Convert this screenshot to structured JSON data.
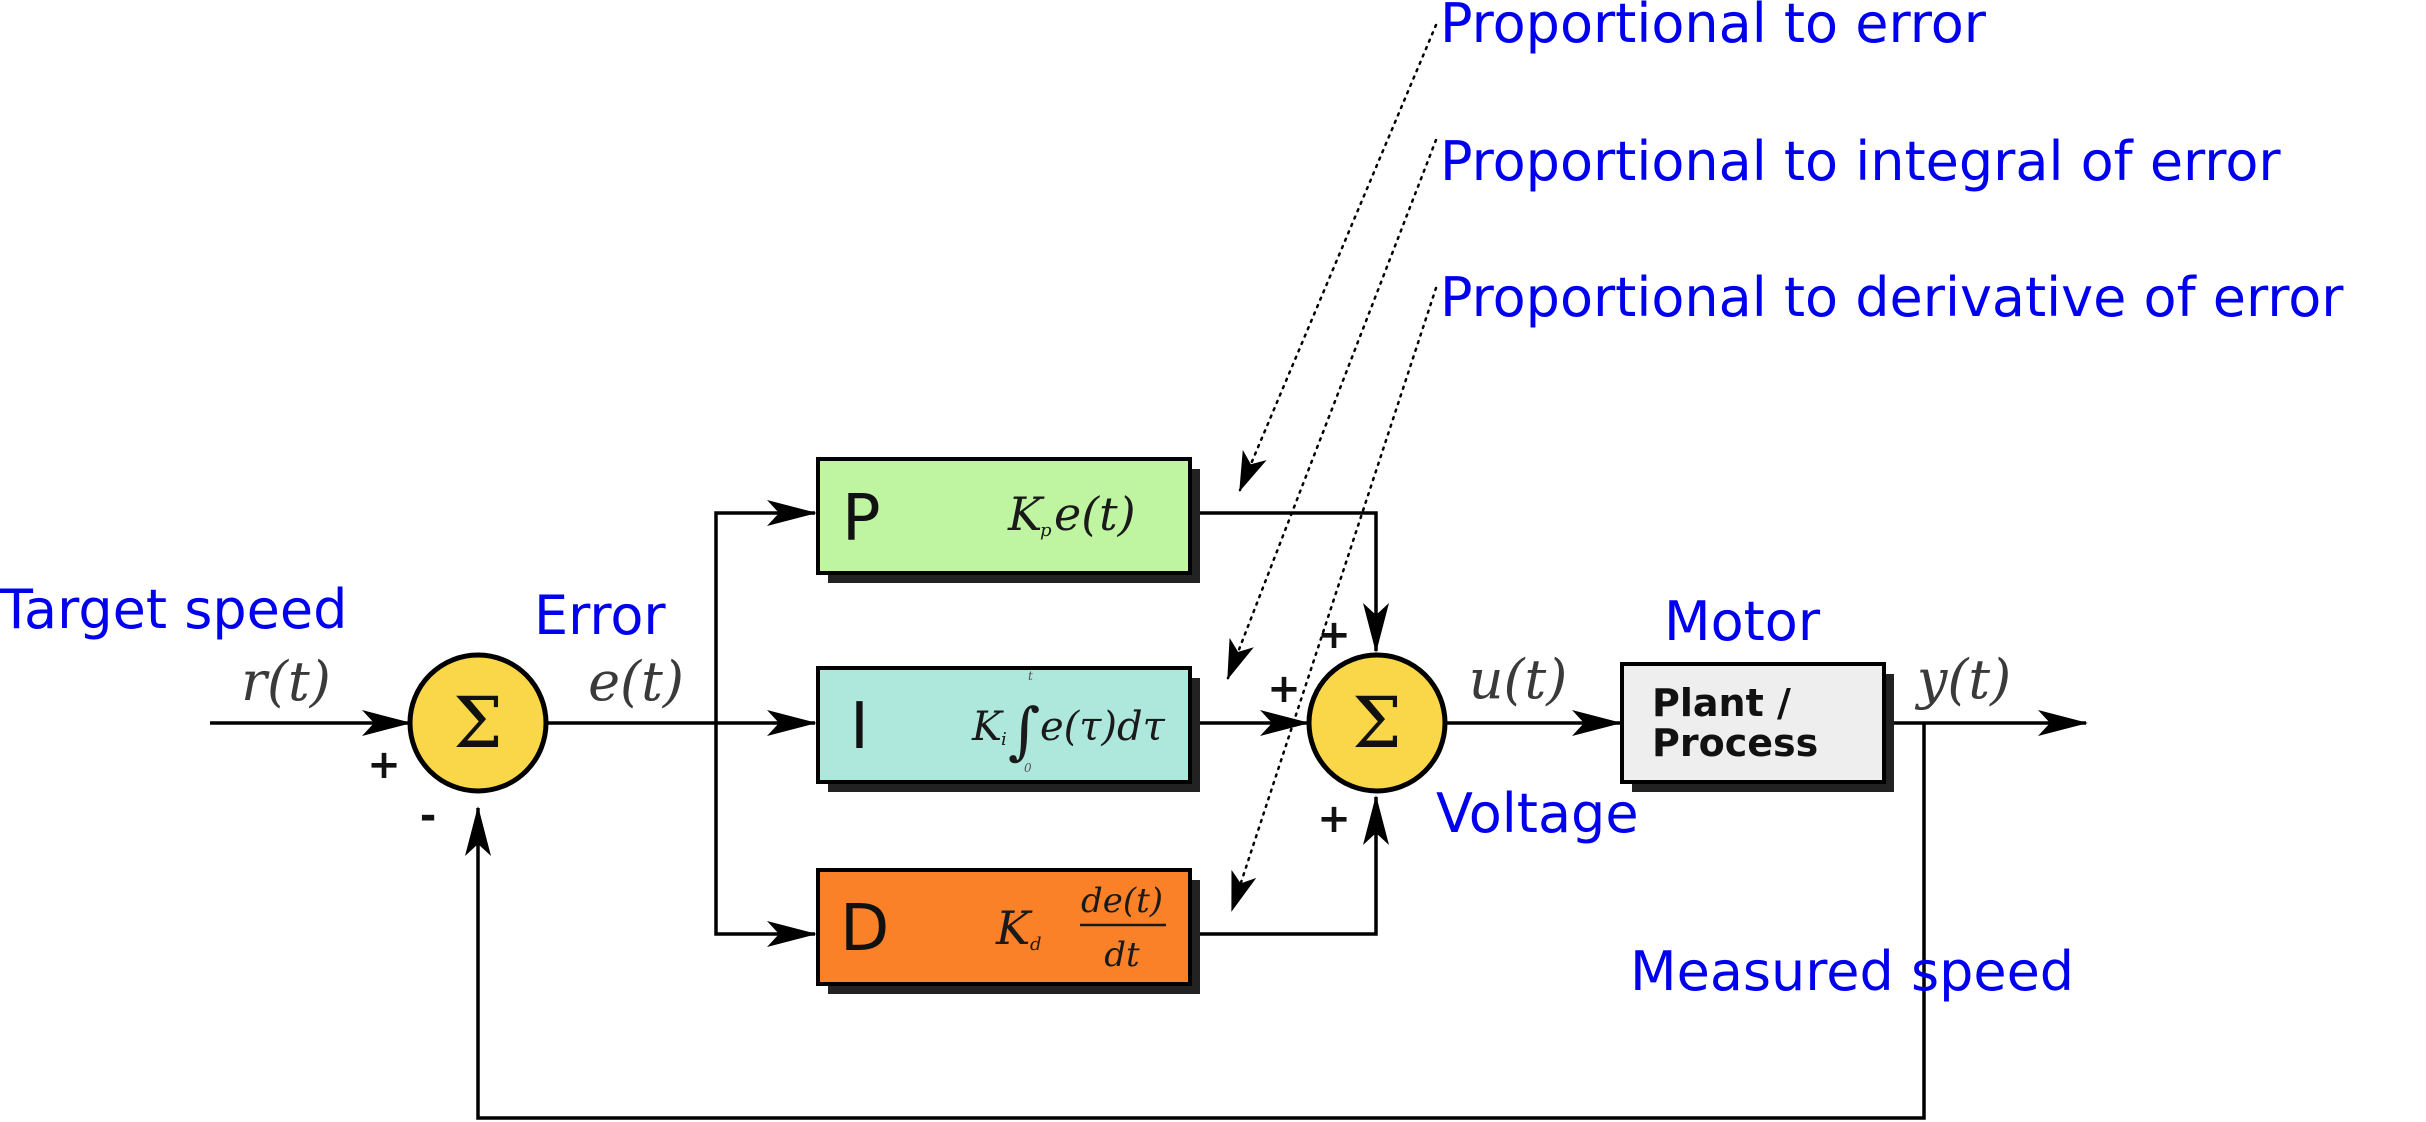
{
  "annotations": {
    "proportional": "Proportional to error",
    "integral": "Proportional to integral of error",
    "derivative": "Proportional to derivative of error",
    "target": "Target speed",
    "error": "Error",
    "motor": "Motor",
    "voltage": "Voltage",
    "measured": "Measured speed"
  },
  "signals": {
    "r": "r(t)",
    "e": "e(t)",
    "u": "u(t)",
    "y": "y(t)"
  },
  "blocks": {
    "p": {
      "letter": "P",
      "k": "K",
      "sub": "p",
      "expr": "e(t)",
      "color": "#bff5a0"
    },
    "i": {
      "letter": "I",
      "k": "K",
      "sub": "i",
      "integral": "∫",
      "upper": "t",
      "lower": "0",
      "expr": "e(τ)dτ",
      "color": "#aee8dc"
    },
    "d": {
      "letter": "D",
      "k": "K",
      "sub": "d",
      "num": "de(t)",
      "den": "dt",
      "color": "#fb8128"
    }
  },
  "plant": {
    "line1": "Plant /",
    "line2": "Process",
    "color": "#eeeeee"
  },
  "summers": {
    "symbol": "Σ",
    "color": "#f9d748",
    "first": {
      "plus": "+",
      "minus": "-"
    },
    "second": {
      "top": "+",
      "left": "+",
      "bottom": "+"
    }
  }
}
